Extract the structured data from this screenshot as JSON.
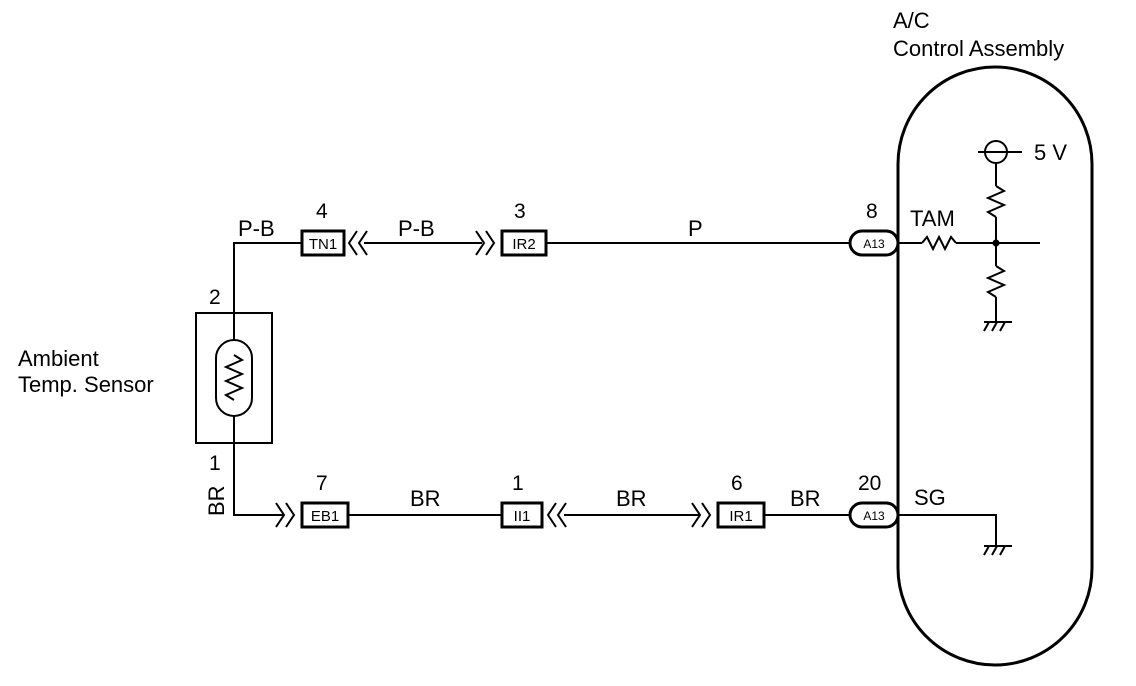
{
  "component_labels": {
    "ac_line1": "A/C",
    "ac_line2": "Control Assembly",
    "sensor_line1": "Ambient",
    "sensor_line2": "Temp. Sensor",
    "supply_voltage": "5 V",
    "tam": "TAM",
    "sg": "SG"
  },
  "sensor_pins": {
    "top": "2",
    "bottom": "1"
  },
  "connectors": {
    "tn1": {
      "label": "TN1",
      "pin": "4"
    },
    "ir2": {
      "label": "IR2",
      "pin": "3"
    },
    "a13_top": {
      "label": "A13",
      "pin": "8"
    },
    "eb1": {
      "label": "EB1",
      "pin": "7"
    },
    "ii1": {
      "label": "II1",
      "pin": "1"
    },
    "ir1": {
      "label": "IR1",
      "pin": "6"
    },
    "a13_bottom": {
      "label": "A13",
      "pin": "20"
    }
  },
  "wire_colors": {
    "top_left": "P-B",
    "top_mid": "P-B",
    "top_right": "P",
    "left_vertical": "BR",
    "bottom_1": "BR",
    "bottom_2": "BR",
    "bottom_3": "BR"
  }
}
